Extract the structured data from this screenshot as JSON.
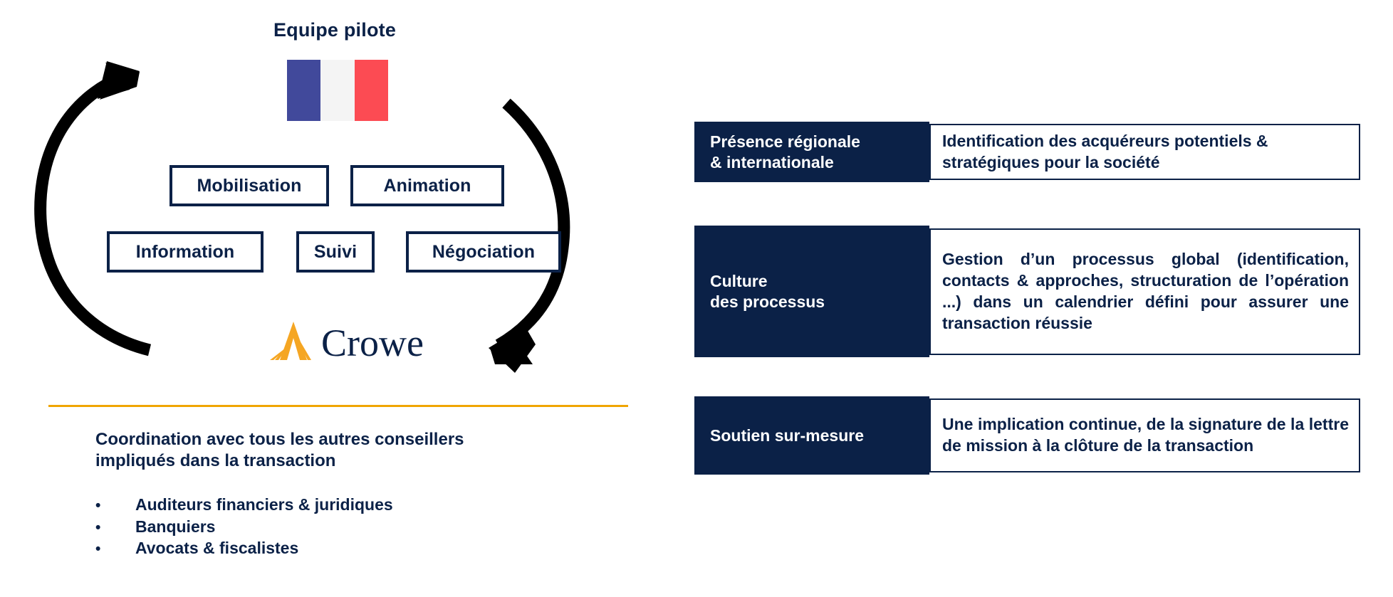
{
  "cycle": {
    "title": "Equipe pilote",
    "flag": {
      "name": "french-flag",
      "blue": "#41499B",
      "white": "#F4F4F4",
      "red": "#FC4B53"
    },
    "steps": [
      {
        "key": "mobilisation",
        "label": "Mobilisation"
      },
      {
        "key": "animation",
        "label": "Animation"
      },
      {
        "key": "information",
        "label": "Information"
      },
      {
        "key": "suivi",
        "label": "Suivi"
      },
      {
        "key": "negociation",
        "label": "Négociation"
      }
    ],
    "logo": {
      "wordmark": "Crowe",
      "mark_color": "#F5A623",
      "text_color": "#0B2147"
    },
    "arrow_color": "#000000"
  },
  "coordination": {
    "divider_color": "#F0A500",
    "heading": "Coordination avec tous les autres conseillers\nimpliqués dans la transaction",
    "bullet_char": "•",
    "items": [
      "Auditeurs financiers & juridiques",
      "Banquiers",
      "Avocats & fiscalistes"
    ]
  },
  "panels": [
    {
      "key": "presence",
      "label": "Présence régionale\n& internationale",
      "body": "Identification des acquéreurs potentiels & stratégiques pour la société",
      "justified": false
    },
    {
      "key": "culture",
      "label": "Culture\ndes processus",
      "body": "Gestion d’un processus global (identification, contacts & approches, structuration de l’opération ...) dans un calendrier défini pour assurer une transaction réussie",
      "justified": true
    },
    {
      "key": "soutien",
      "label": "Soutien sur-mesure",
      "body": "Une implication continue, de la signature de la lettre de mission à la clôture de la transaction",
      "justified": true
    }
  ],
  "theme": {
    "navy": "#0B2147",
    "gold": "#F0A500",
    "white": "#FFFFFF"
  }
}
